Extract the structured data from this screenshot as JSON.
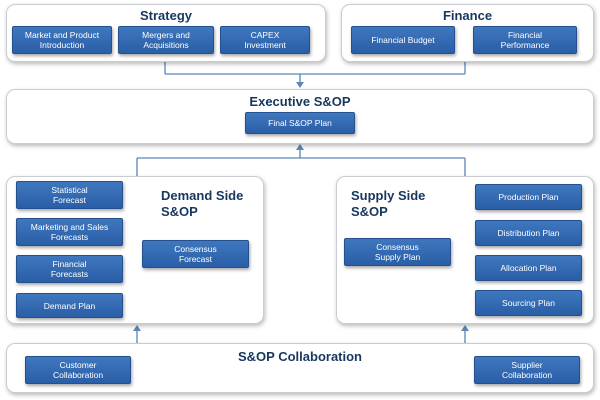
{
  "strategy": {
    "title": "Strategy",
    "items": [
      "Market and Product\nIntroduction",
      "Mergers and\nAcquisitions",
      "CAPEX\nInvestment"
    ]
  },
  "finance": {
    "title": "Finance",
    "items": [
      "Financial Budget",
      "Financial\nPerformance"
    ]
  },
  "executive": {
    "title": "Executive S&OP",
    "plan": "Final S&OP Plan"
  },
  "demand": {
    "title": "Demand Side\nS&OP",
    "inputs": [
      "Statistical\nForecast",
      "Marketing and Sales\nForecasts",
      "Financial\nForecasts",
      "Demand Plan"
    ],
    "consensus": "Consensus\nForecast"
  },
  "supply": {
    "title": "Supply  Side\nS&OP",
    "consensus": "Consensus\nSupply Plan",
    "plans": [
      "Production Plan",
      "Distribution Plan",
      "Allocation Plan",
      "Sourcing Plan"
    ]
  },
  "collaboration": {
    "title": "S&OP Collaboration",
    "customer": "Customer\nCollaboration",
    "supplier": "Supplier\nCollaboration"
  }
}
